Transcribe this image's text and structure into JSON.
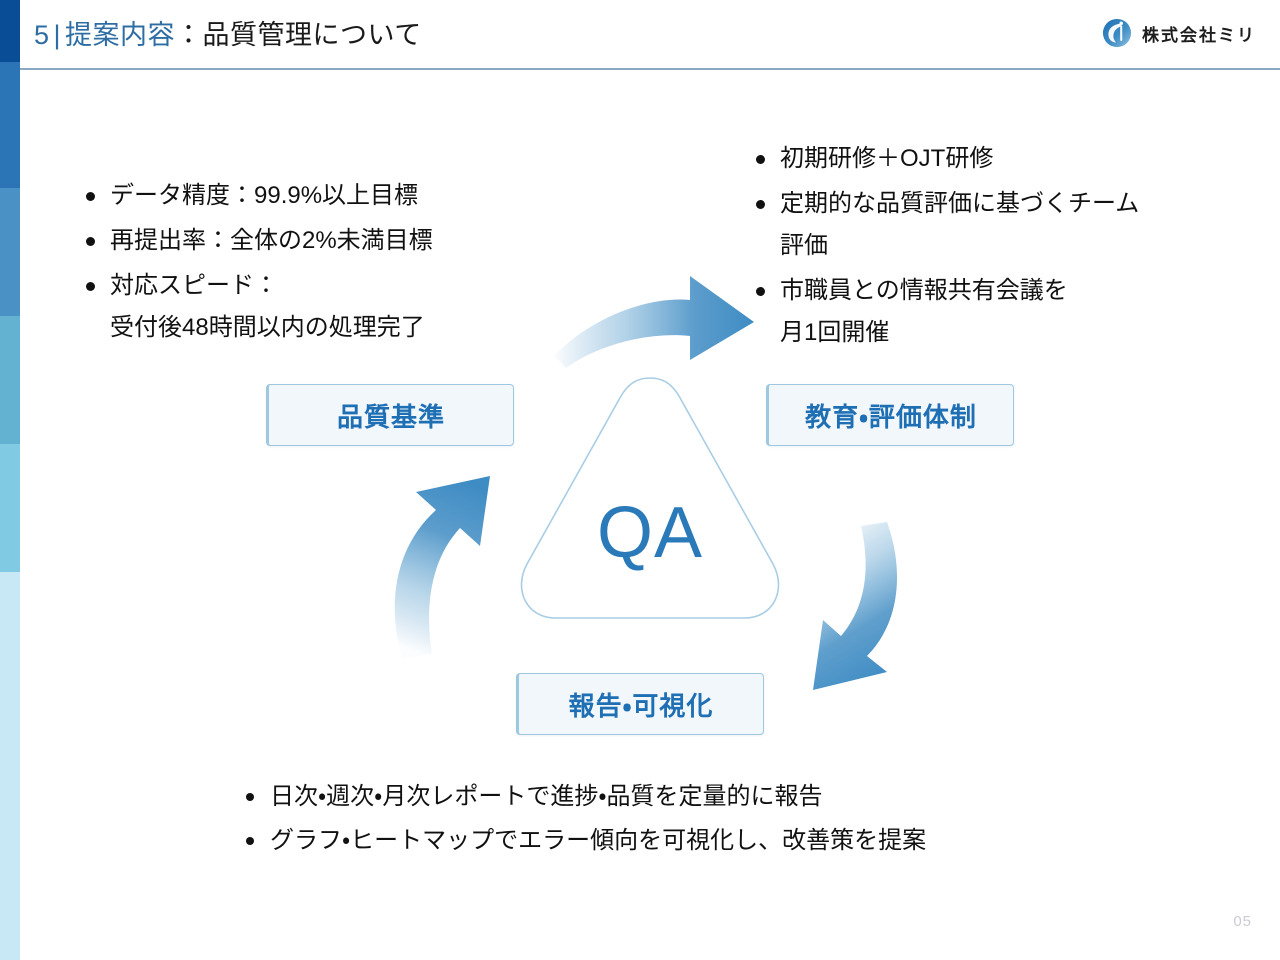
{
  "header": {
    "slide_number": "5",
    "separator": "|",
    "section_label": "提案内容",
    "title_main": "：品質管理について",
    "brand_name": "株式会社ミリ",
    "brand_icon": "company-logo-icon",
    "accent_color": "#2e6da4",
    "rule_color": "#8aa9c4"
  },
  "bullets_left": [
    {
      "text": "データ精度：99.9%以上目標"
    },
    {
      "text": "再提出率：全体の2%未満目標"
    },
    {
      "text": "対応スピード：\n受付後48時間以内の処理完了"
    }
  ],
  "bullets_right": [
    {
      "text": "初期研修＋OJT研修"
    },
    {
      "text": "定期的な品質評価に基づくチーム\n評価"
    },
    {
      "text": "市職員との情報共有会議を\n月1回開催"
    }
  ],
  "bullets_bottom": [
    {
      "text": "日次・週次・月次レポートで進捗・品質を定量的に報告"
    },
    {
      "text": "グラフ・ヒートマップでエラー傾向を可視化し、改善策を提案"
    }
  ],
  "diagram": {
    "center_label": "QA",
    "center_shape": "rounded-triangle",
    "nodes": [
      {
        "id": "standards",
        "label": "品質基準"
      },
      {
        "id": "education",
        "label": "教育・評価体制"
      },
      {
        "id": "reporting",
        "label": "報告・可視化"
      }
    ],
    "arrows": [
      {
        "id": "top",
        "name": "curved-arrow-top-right",
        "direction": "standards-to-education"
      },
      {
        "id": "right",
        "name": "curved-arrow-down-left",
        "direction": "education-to-reporting"
      },
      {
        "id": "left",
        "name": "curved-arrow-up-right",
        "direction": "reporting-to-standards"
      }
    ],
    "box_fill": "#f2f7fb",
    "box_border": "#9ec7e0",
    "box_text_color": "#1f6fb4",
    "arrow_color": "#3e8cc4",
    "triangle_stroke": "#a8cde4"
  },
  "footer": {
    "page_number": "05"
  },
  "edge_stripe": {
    "colors": [
      "#084d96",
      "#2b74b5",
      "#4a92c6",
      "#64b2d2",
      "#80cbe3",
      "#c7e8f4"
    ]
  }
}
